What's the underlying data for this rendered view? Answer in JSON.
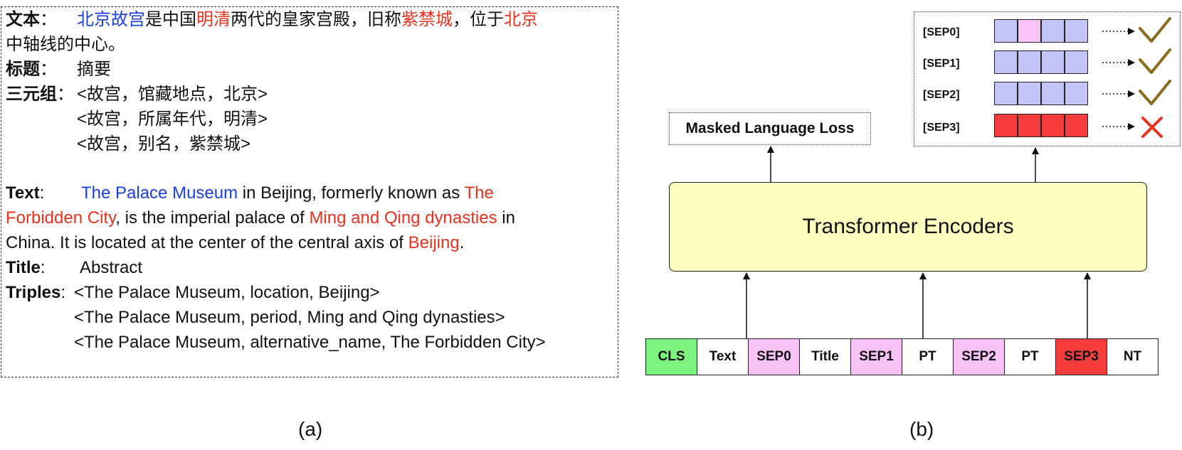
{
  "panel_a": {
    "zh": {
      "text_label": "文本",
      "text_colon": "：",
      "text_parts": [
        "北京故宫",
        "是中国",
        "明清",
        "两代的皇家宫殿，旧称",
        "紫禁城",
        "，位于",
        "北京"
      ],
      "text_line2": "中轴线的中心。",
      "title_label": "标题",
      "title_colon": "：",
      "title_value": "摘要",
      "triples_label": "三元组",
      "triples_colon": "：",
      "triples": [
        "<故宫，馆藏地点，北京>",
        "<故宫，所属年代，明清>",
        "<故宫，别名，紫禁城>"
      ]
    },
    "en": {
      "text_label": "Text",
      "text_colon": ":",
      "line1_parts": [
        "The Palace Museum",
        " in Beijing, formerly known as ",
        "The"
      ],
      "line2_parts": [
        "Forbidden City",
        ", is the imperial palace of ",
        "Ming and Qing dynasties",
        " in"
      ],
      "line3_parts": [
        "China. It is located at the center of the central axis of ",
        "Beijing",
        "."
      ],
      "title_label": "Title",
      "title_colon": ":",
      "title_value": "Abstract",
      "triples_label": "Triples",
      "triples_colon": ":",
      "triples": [
        "<The Palace Museum, location, Beijing>",
        "<The Palace Museum, period, Ming and Qing dynasties>",
        "<The Palace Museum, alternative_name,  The Forbidden City>"
      ]
    },
    "caption": "(a)"
  },
  "panel_b": {
    "loss_label": "Masked Language Loss",
    "encoder_label": "Transformer Encoders",
    "tokens": [
      {
        "label": "CLS",
        "color": "#7ef27e"
      },
      {
        "label": "Text",
        "color": "#ffffff"
      },
      {
        "label": "SEP0",
        "color": "#f9c2f7"
      },
      {
        "label": "Title",
        "color": "#ffffff"
      },
      {
        "label": "SEP1",
        "color": "#f9c2f7"
      },
      {
        "label": "PT",
        "color": "#ffffff"
      },
      {
        "label": "SEP2",
        "color": "#f9c2f7"
      },
      {
        "label": "PT",
        "color": "#ffffff"
      },
      {
        "label": "SEP3",
        "color": "#f63c3c"
      },
      {
        "label": "NT",
        "color": "#ffffff"
      }
    ],
    "sep_rows": [
      {
        "label": "[SEP0]",
        "cells": [
          "#c3c4f7",
          "#f9c2f7",
          "#c3c4f7",
          "#c3c4f7"
        ],
        "result": "check"
      },
      {
        "label": "[SEP1]",
        "cells": [
          "#c3c4f7",
          "#c3c4f7",
          "#c3c4f7",
          "#c3c4f7"
        ],
        "result": "check"
      },
      {
        "label": "[SEP2]",
        "cells": [
          "#c3c4f7",
          "#c3c4f7",
          "#c3c4f7",
          "#c3c4f7"
        ],
        "result": "check"
      },
      {
        "label": "[SEP3]",
        "cells": [
          "#f63c3c",
          "#f63c3c",
          "#f63c3c",
          "#f63c3c"
        ],
        "result": "cross"
      }
    ],
    "caption": "(b)"
  }
}
